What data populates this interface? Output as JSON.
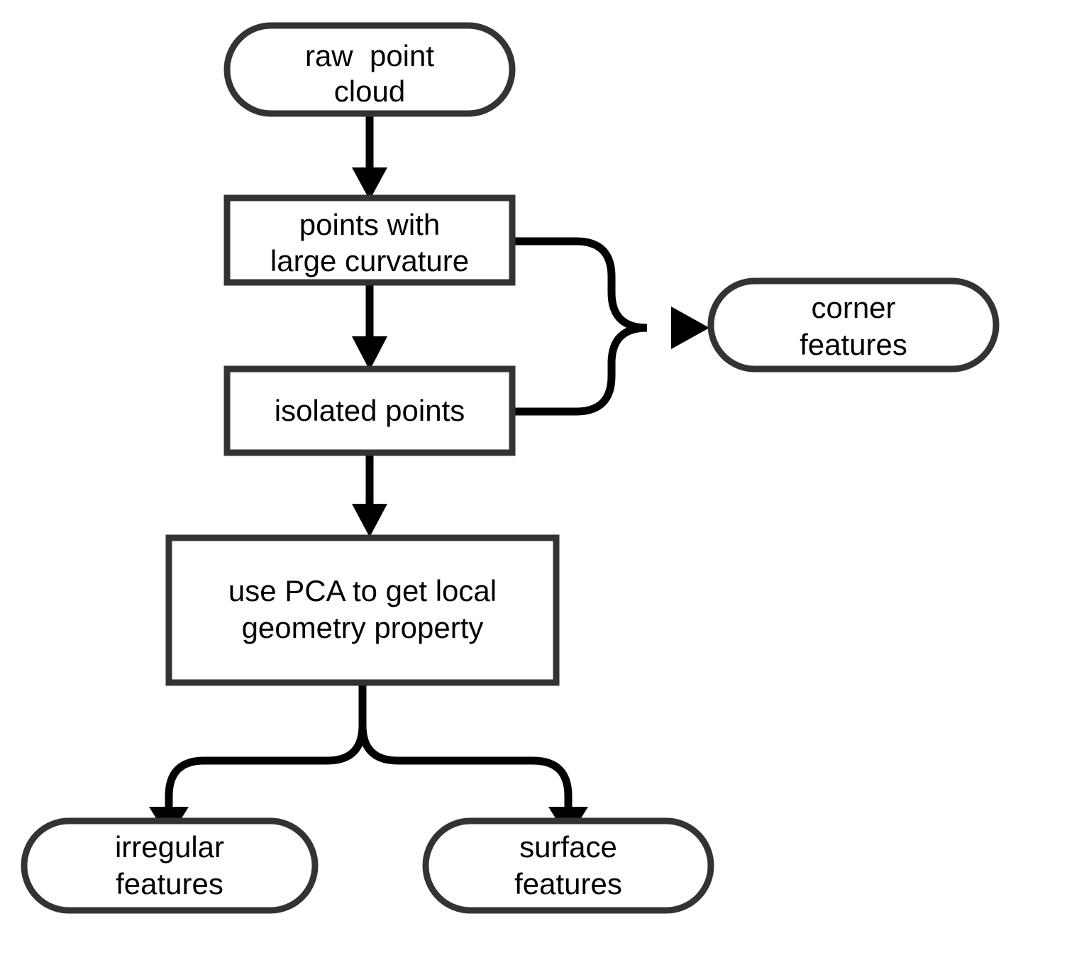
{
  "diagram": {
    "title": "point cloud feature extraction flowchart",
    "background_color": "#ffffff",
    "node_stroke_color": "#333333",
    "edge_color": "#000000",
    "text_color": "#000000",
    "nodes": [
      {
        "id": "raw-point-cloud",
        "shape": "stadium",
        "line1": "raw  point",
        "line2": "cloud"
      },
      {
        "id": "points-with-large-curvature",
        "shape": "rectangle",
        "line1": "points with",
        "line2": "large curvature"
      },
      {
        "id": "isolated-points",
        "shape": "rectangle",
        "line1": "isolated points",
        "line2": ""
      },
      {
        "id": "corner-features",
        "shape": "stadium",
        "line1": "corner",
        "line2": "features"
      },
      {
        "id": "use-pca",
        "shape": "rectangle",
        "line1": "use PCA to get local",
        "line2": "geometry property"
      },
      {
        "id": "irregular-features",
        "shape": "stadium",
        "line1": "irregular",
        "line2": "features"
      },
      {
        "id": "surface-features",
        "shape": "stadium",
        "line1": "surface",
        "line2": "features"
      }
    ],
    "edges": [
      {
        "id": "raw-to-curvature",
        "from": "raw-point-cloud",
        "to": "points-with-large-curvature",
        "label": ""
      },
      {
        "id": "curvature-to-isolated",
        "from": "points-with-large-curvature",
        "to": "isolated-points",
        "label": ""
      },
      {
        "id": "curvature-to-corner",
        "from": "points-with-large-curvature",
        "to": "corner-features",
        "label": ""
      },
      {
        "id": "isolated-to-corner",
        "from": "isolated-points",
        "to": "corner-features",
        "label": ""
      },
      {
        "id": "isolated-to-pca",
        "from": "isolated-points",
        "to": "use-pca",
        "label": ""
      },
      {
        "id": "pca-to-irregular",
        "from": "use-pca",
        "to": "irregular-features",
        "label": ""
      },
      {
        "id": "pca-to-surface",
        "from": "use-pca",
        "to": "surface-features",
        "label": ""
      }
    ]
  }
}
